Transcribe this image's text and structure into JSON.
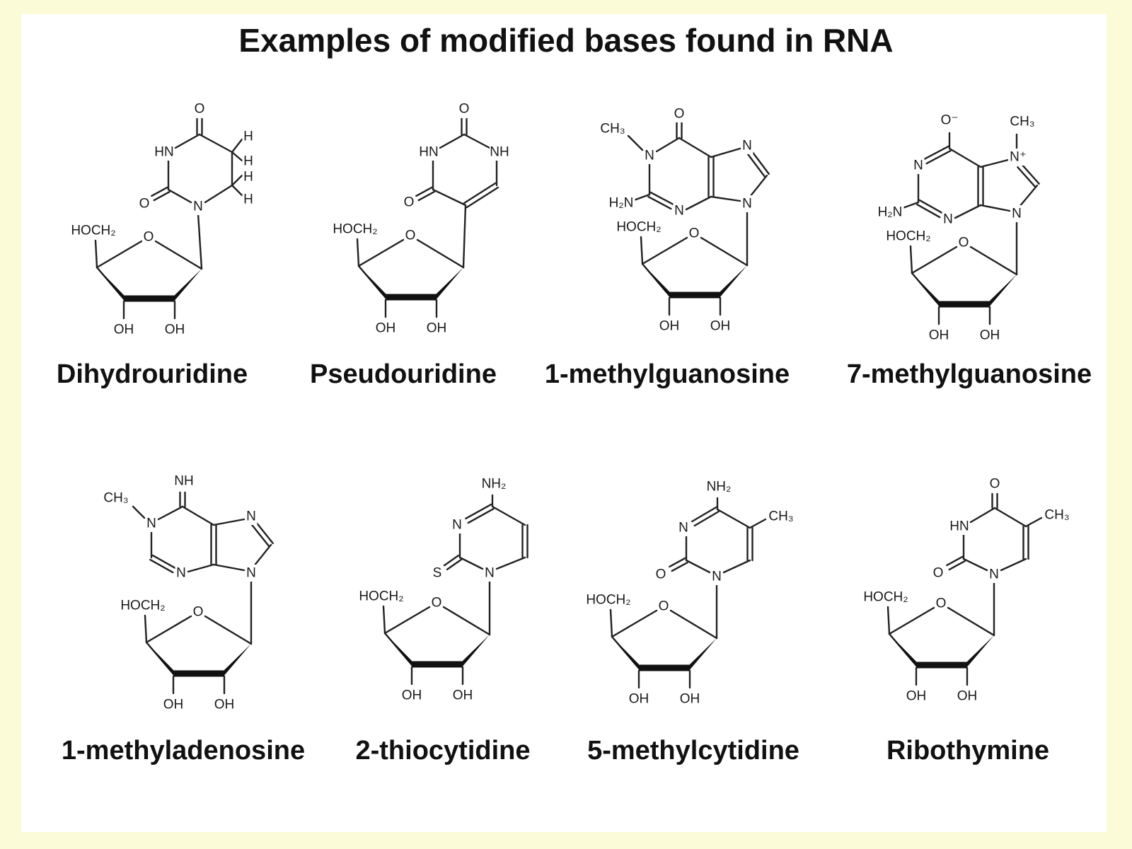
{
  "title": "Examples of modified bases found in RNA",
  "compounds": [
    {
      "name": "Dihydrouridine"
    },
    {
      "name": "Pseudouridine"
    },
    {
      "name": "1-methylguanosine"
    },
    {
      "name": "7-methylguanosine"
    },
    {
      "name": "1-methyladenosine"
    },
    {
      "name": "2-thiocytidine"
    },
    {
      "name": "5-methylcytidine"
    },
    {
      "name": "Ribothymine"
    }
  ],
  "atom_labels": {
    "hoch2": "HOCH₂",
    "o": "O",
    "oh": "OH",
    "n": "N",
    "hn": "HN",
    "nh": "NH",
    "h": "H",
    "s": "S",
    "ch3": "CH₃",
    "nh2": "NH₂",
    "h2n": "H₂N",
    "o_minus": "O⁻",
    "n_plus": "N⁺"
  }
}
